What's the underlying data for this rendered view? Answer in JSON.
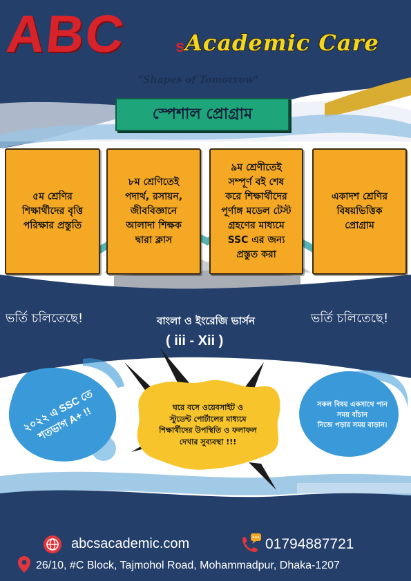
{
  "brand": {
    "name": "ABC",
    "suffix": "s",
    "subtitle": "Academic Care",
    "tagline": "\"Shapes of Tomorrow\""
  },
  "program_banner": "স্পেশাল প্রোগ্রাম",
  "programs": [
    "৫ম শ্রেণির\nশিক্ষার্থীদের বৃত্তি\nপরিক্ষার প্রস্তুতি",
    "৮ম শ্রেণিতেই\nপদার্থ, রসায়ন,\nজীববিজ্ঞানে\nআলাদা শিক্ষক\nদ্বারা ক্লাস",
    "৯ম শ্রেণীতেই\nসম্পূর্ণ বই শেষ\nকরে শিক্ষার্থীদের\nপূর্ণাঙ্গ মডেল টেস্ট\nগ্রহণের মাধ্যমে\nSSC এর জন্য\nপ্রস্তুত করা",
    "একাদশ শ্রেণির\nবিষয়ভিত্তিক\nপ্রোগ্রাম"
  ],
  "admission": {
    "left": "ভর্তি চলিতেছে!",
    "right": "ভর্তি চলিতেছে!",
    "version": "বাংলা ও ইংরেজি ভার্সন",
    "classes": "( iii - Xii )"
  },
  "bubbles": {
    "left": "২০২২ এ SSC তে\nশতভাগ A+ !!",
    "center": "ঘরে বসে ওয়েবসাইট ও\nস্টুডেন্ট পোর্টালের মাধ্যমে\nশিক্ষার্থীদের উপস্থিতি ও ফলাফল\nদেখার সুব্যবস্থা !!!",
    "right": "সকল বিষয় একসাথে পান\nসময় বাঁচান\nনিজে পড়ার সময় বাড়ান।"
  },
  "contact": {
    "website": "abcsacademic.com",
    "phone": "01794887721",
    "address": "26/10, #C Block, Tajmohol Road, Mohammadpur, Dhaka-1207"
  },
  "icons": {
    "website": "globe-icon",
    "phone": "phone-chat-icon",
    "address": "location-pin-icon"
  },
  "colors": {
    "navy": "#243f6a",
    "card": "#f5a823",
    "banner": "#1ea67a",
    "logo_red": "#d9232a",
    "logo_yellow": "#f4d61e",
    "bubble_blue": "#3a9ad9",
    "bubble_yellow": "#f7c52b"
  }
}
